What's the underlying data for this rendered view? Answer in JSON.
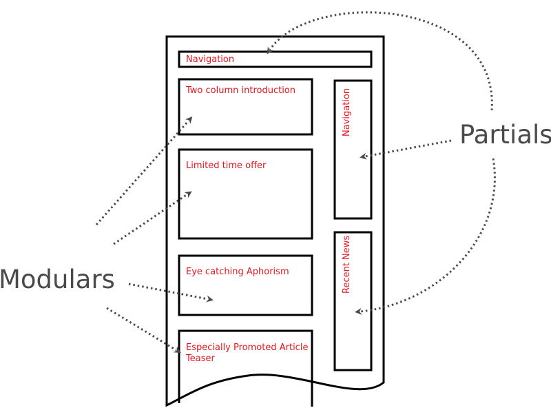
{
  "page": {
    "modules": {
      "top_navigation": "Navigation",
      "two_column": "Two column introduction",
      "limited_offer": "Limited time offer",
      "aphorism": "Eye catching Aphorism",
      "promoted_line1": "Especially Promoted Article",
      "promoted_line2": "Teaser",
      "side_navigation": "Navigation",
      "recent_news": "Recent News"
    }
  },
  "labels": {
    "partials": "Partials",
    "modulars": "Modulars"
  },
  "colors": {
    "module_text": "#e8141c",
    "callout_text": "#4a4a4a",
    "arrows": "#4a4a4a",
    "outline": "#000000"
  }
}
